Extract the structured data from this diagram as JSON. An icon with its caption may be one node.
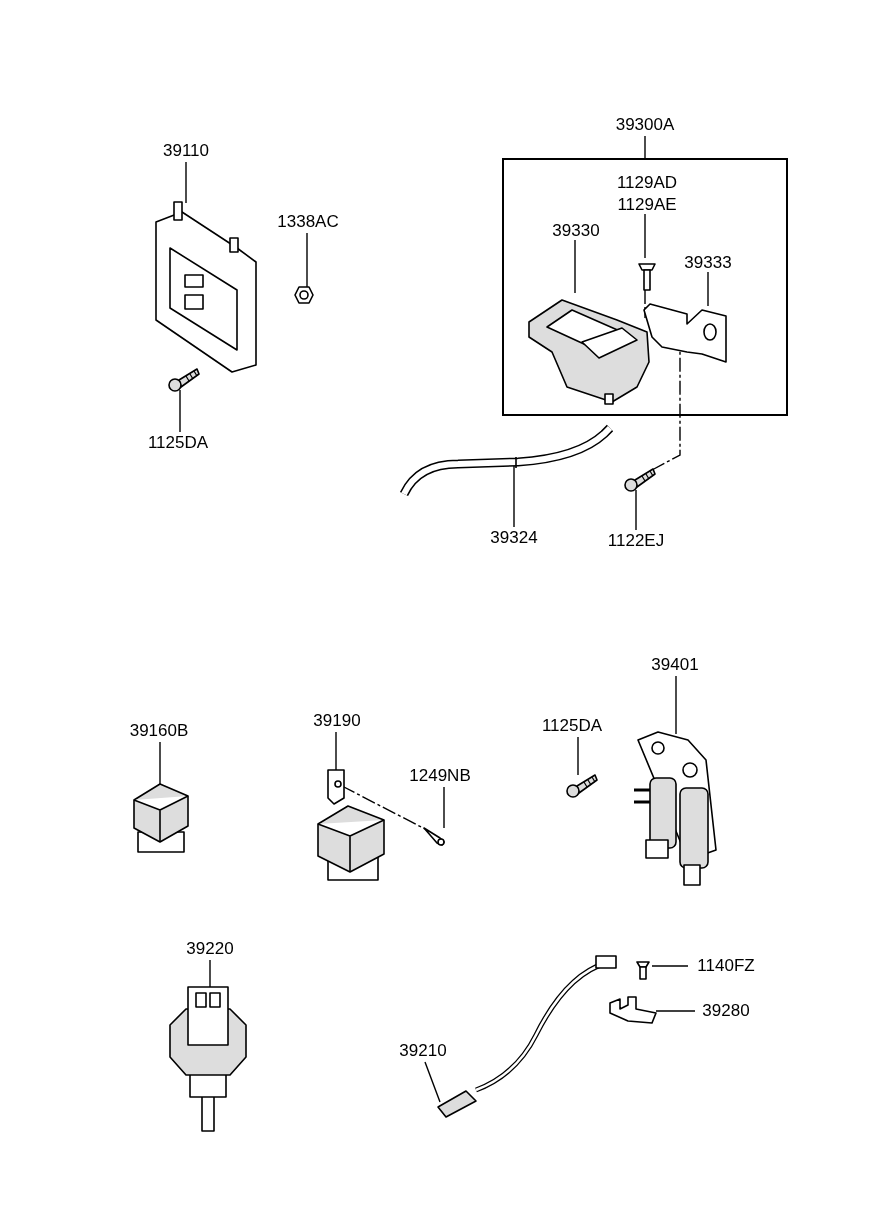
{
  "diagram": {
    "nodes": [
      {
        "text": [
          "39110"
        ]
      },
      {
        "text": [],
        "shape": "picture"
      },
      {
        "text": [
          "1338AC"
        ]
      },
      {
        "text": [],
        "shape": "picture"
      },
      {
        "text": [],
        "shape": "picture"
      },
      {
        "text": [
          "1125DA"
        ]
      },
      {
        "text": [
          "39300A"
        ]
      },
      {
        "text": [],
        "shape": "box"
      },
      {
        "text": [
          "1129AD",
          "1129AE"
        ],
        "in": 7
      },
      {
        "text": [
          "39330"
        ],
        "in": 7
      },
      {
        "text": [],
        "shape": "picture",
        "in": 7
      },
      {
        "text": [
          "39333"
        ],
        "in": 7
      },
      {
        "text": [],
        "shape": "picture",
        "in": 7
      },
      {
        "text": [],
        "shape": "picture",
        "in": 7
      },
      {
        "text": [],
        "shape": "picture"
      },
      {
        "text": [
          "39324"
        ]
      },
      {
        "text": [],
        "shape": "picture"
      },
      {
        "text": [
          "1122EJ"
        ]
      },
      {
        "text": [
          "39160B"
        ]
      },
      {
        "text": [],
        "shape": "picture"
      },
      {
        "text": [
          "39190"
        ]
      },
      {
        "text": [],
        "shape": "picture"
      },
      {
        "text": [
          "1249NB"
        ]
      },
      {
        "text": [],
        "shape": "picture"
      },
      {
        "text": [
          "1125DA"
        ]
      },
      {
        "text": [],
        "shape": "picture"
      },
      {
        "text": [
          "39401"
        ]
      },
      {
        "text": [],
        "shape": "picture"
      },
      {
        "text": [
          "39220"
        ]
      },
      {
        "text": [],
        "shape": "picture"
      },
      {
        "text": [
          "39210"
        ]
      },
      {
        "text": [],
        "shape": "picture"
      },
      {
        "text": [
          "1140FZ"
        ]
      },
      {
        "text": [],
        "shape": "picture"
      },
      {
        "text": [
          "39280"
        ]
      },
      {
        "text": [],
        "shape": "picture"
      }
    ],
    "edges": [
      {
        "from": 0,
        "to": 1,
        "arrow": "none"
      },
      {
        "from": 2,
        "to": 3,
        "arrow": "none"
      },
      {
        "from": 5,
        "to": 4,
        "arrow": "none"
      },
      {
        "from": 6,
        "to": 7,
        "arrow": "none"
      },
      {
        "from": 8,
        "to": 10,
        "arrow": "none"
      },
      {
        "from": 10,
        "to": 13,
        "arrow": "none",
        "style": "dashed"
      },
      {
        "from": 9,
        "to": 12,
        "arrow": "none"
      },
      {
        "from": 11,
        "to": 13,
        "arrow": "none"
      },
      {
        "from": 15,
        "to": 14,
        "arrow": "none"
      },
      {
        "from": 17,
        "to": 16,
        "arrow": "none"
      },
      {
        "from": 16,
        "to": 13,
        "arrow": "none",
        "style": "dashed"
      },
      {
        "from": 18,
        "to": 19,
        "arrow": "none"
      },
      {
        "from": 20,
        "to": 21,
        "arrow": "none"
      },
      {
        "from": 22,
        "to": 23,
        "arrow": "none"
      },
      {
        "from": 21,
        "to": 23,
        "arrow": "none",
        "style": "dashed"
      },
      {
        "from": 24,
        "to": 25,
        "arrow": "none"
      },
      {
        "from": 26,
        "to": 27,
        "arrow": "none"
      },
      {
        "from": 28,
        "to": 29,
        "arrow": "none"
      },
      {
        "from": 30,
        "to": 31,
        "arrow": "none"
      },
      {
        "from": 32,
        "to": 33,
        "arrow": "none"
      },
      {
        "from": 34,
        "to": 35,
        "arrow": "none"
      }
    ]
  }
}
